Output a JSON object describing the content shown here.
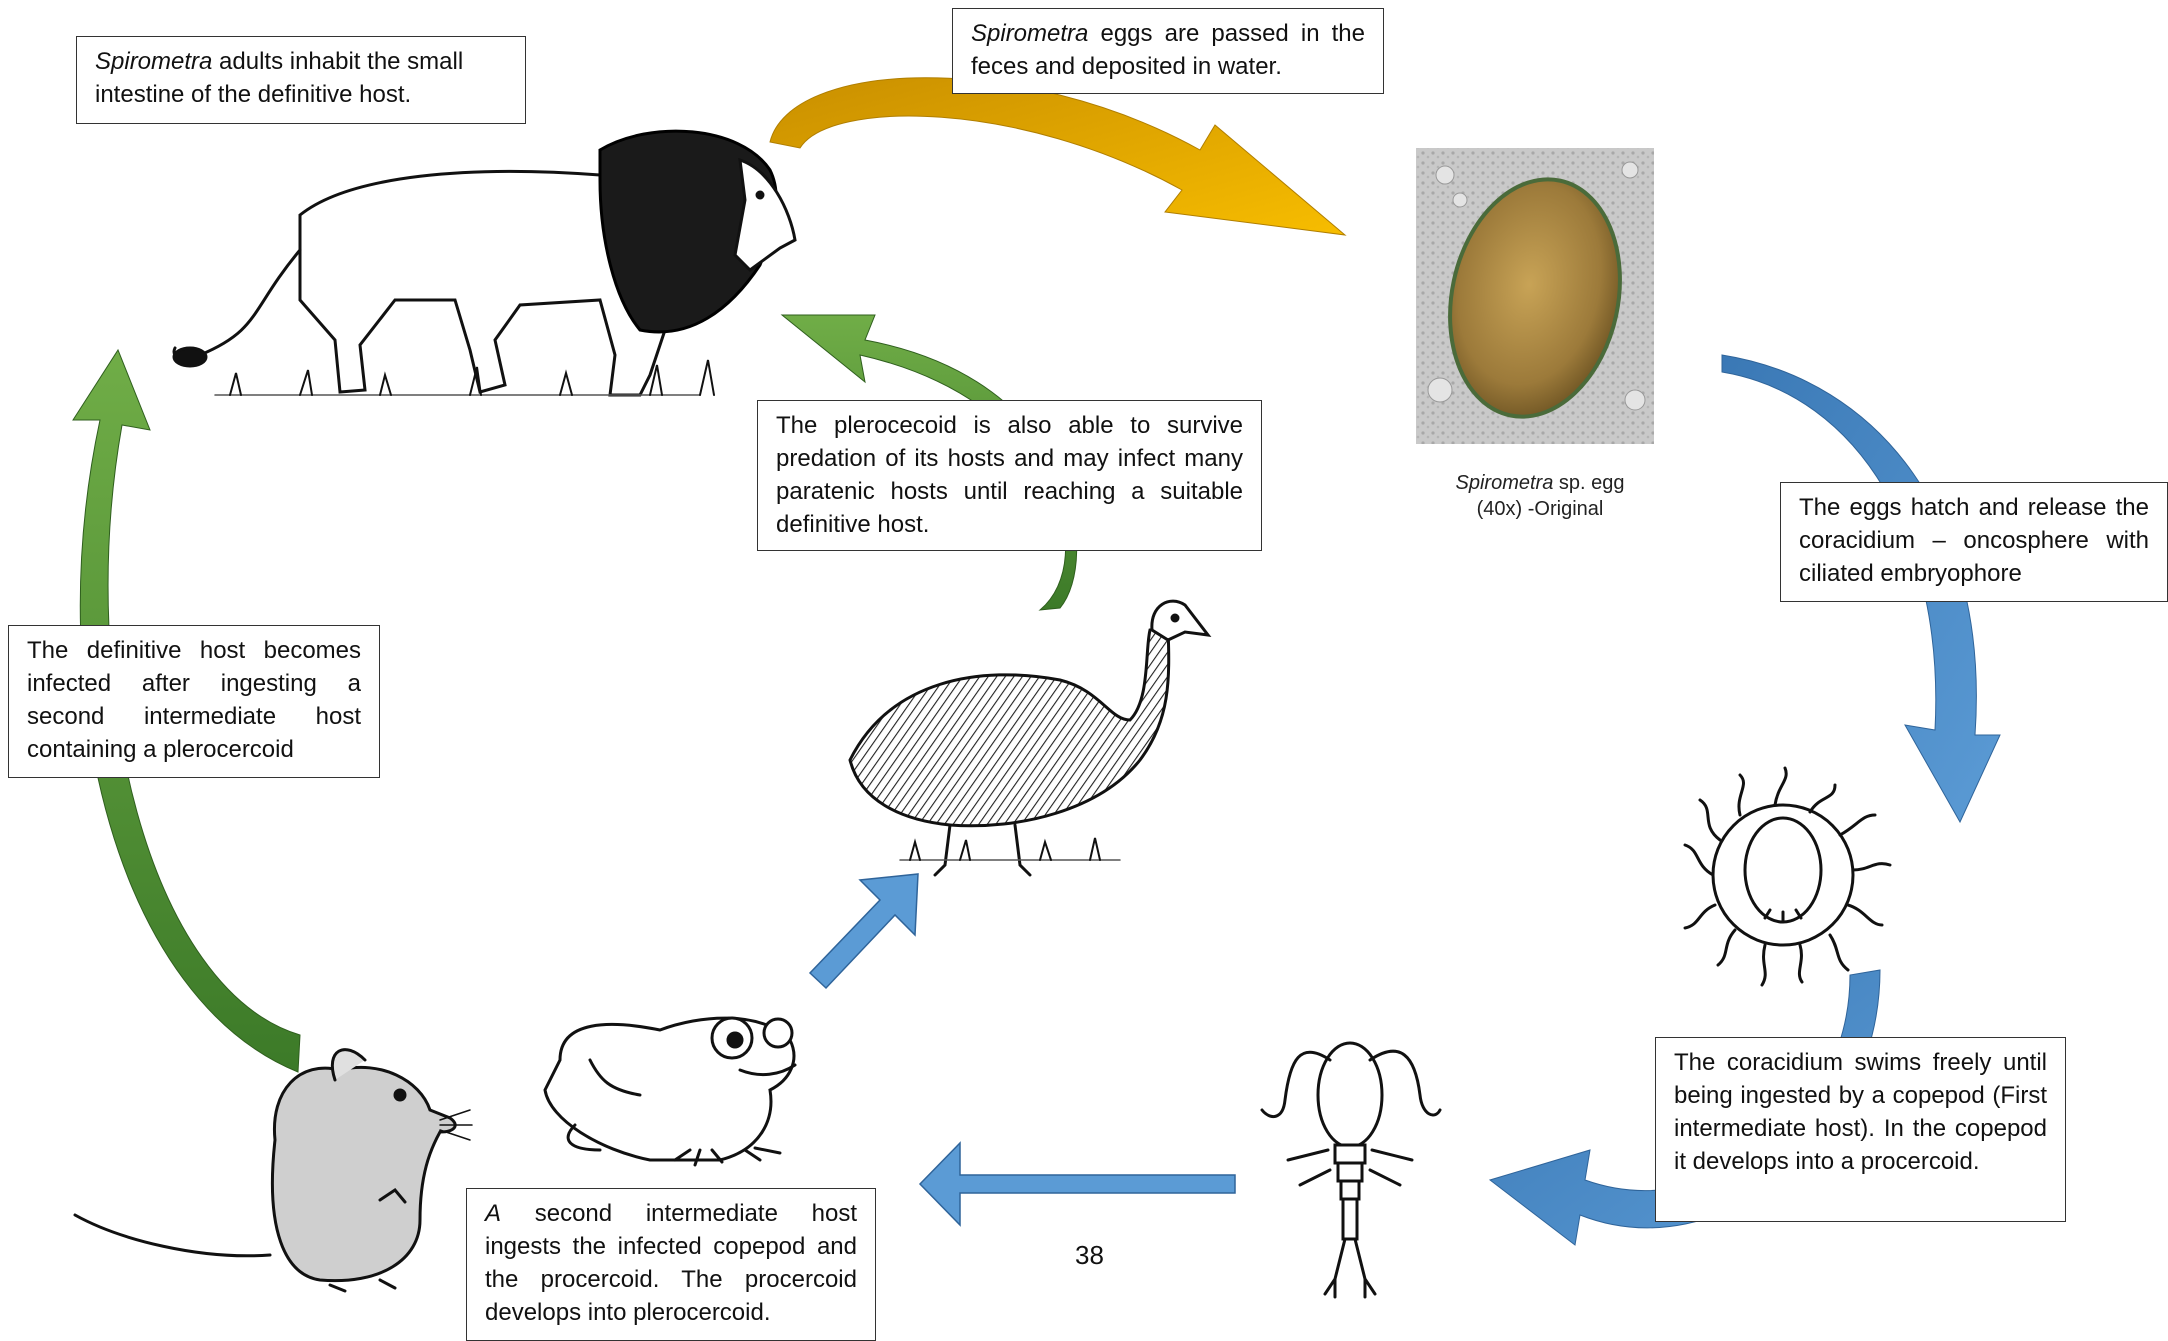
{
  "steps": {
    "adults": {
      "em": "Spirometra",
      "text": " adults inhabit the small intestine of the definitive host."
    },
    "eggs_passed": {
      "em": "Spirometra",
      "text": " eggs are passed in the feces and deposited in water."
    },
    "egg_caption": {
      "em": "Spirometra",
      "text": " sp. egg",
      "line2": "(40x) -Original"
    },
    "hatch": {
      "text": "The eggs hatch and release the coracidium – oncosphere with ciliated embryophore"
    },
    "coracidium": {
      "text": "The coracidium swims freely until being ingested by a copepod (First intermediate host). In the copepod it develops into a procercoid."
    },
    "second_host": {
      "em": "A",
      "text": " second intermediate host ingests the infected copepod and the procercoid. The procercoid develops into plerocercoid."
    },
    "paratenic": {
      "text": "The plerocecoid is also able to survive predation of its hosts and may infect many paratenic hosts until reaching a suitable definitive host."
    },
    "definitive": {
      "text": "The definitive host becomes infected after ingesting a second intermediate host containing a plerocercoid"
    }
  },
  "page_number": "38",
  "icons": [
    "lion-icon",
    "egg-micrograph",
    "coracidium-icon",
    "copepod-icon",
    "frog-icon",
    "mouse-icon",
    "guineafowl-icon"
  ],
  "colors": {
    "gold": "#f5b800",
    "gold_dark": "#c98f00",
    "blue": "#5b9bd5",
    "blue_dark": "#3a78b5",
    "green": "#70ad47",
    "green_dark": "#3c7a28"
  }
}
